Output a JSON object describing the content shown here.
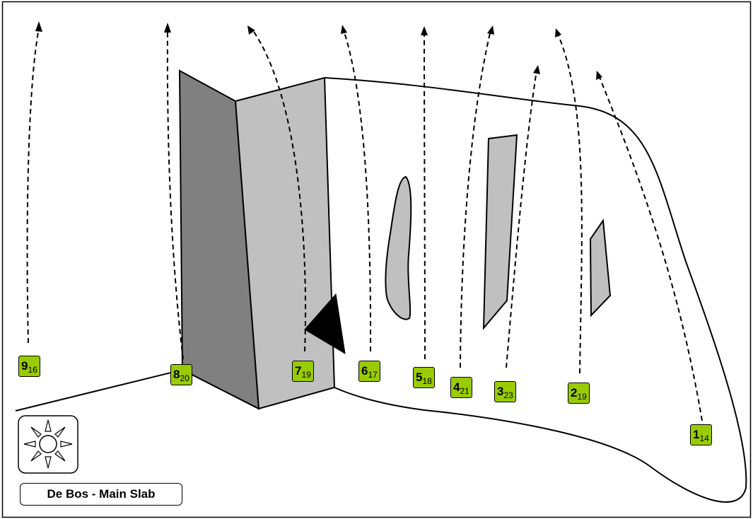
{
  "title": "De Bos - Main Slab",
  "sun_icon": "sun-icon",
  "colors": {
    "label_fill": "#99cc00",
    "shadow_face": "#808080",
    "lit_face": "#c0c0c0",
    "hold": "#c0c0c0",
    "ink": "#000000"
  },
  "routes": [
    {
      "number": "9",
      "grade": "16"
    },
    {
      "number": "8",
      "grade": "20"
    },
    {
      "number": "7",
      "grade": "19"
    },
    {
      "number": "6",
      "grade": "17"
    },
    {
      "number": "5",
      "grade": "18"
    },
    {
      "number": "4",
      "grade": "21"
    },
    {
      "number": "3",
      "grade": "23"
    },
    {
      "number": "2",
      "grade": "19"
    },
    {
      "number": "1",
      "grade": "14"
    }
  ]
}
